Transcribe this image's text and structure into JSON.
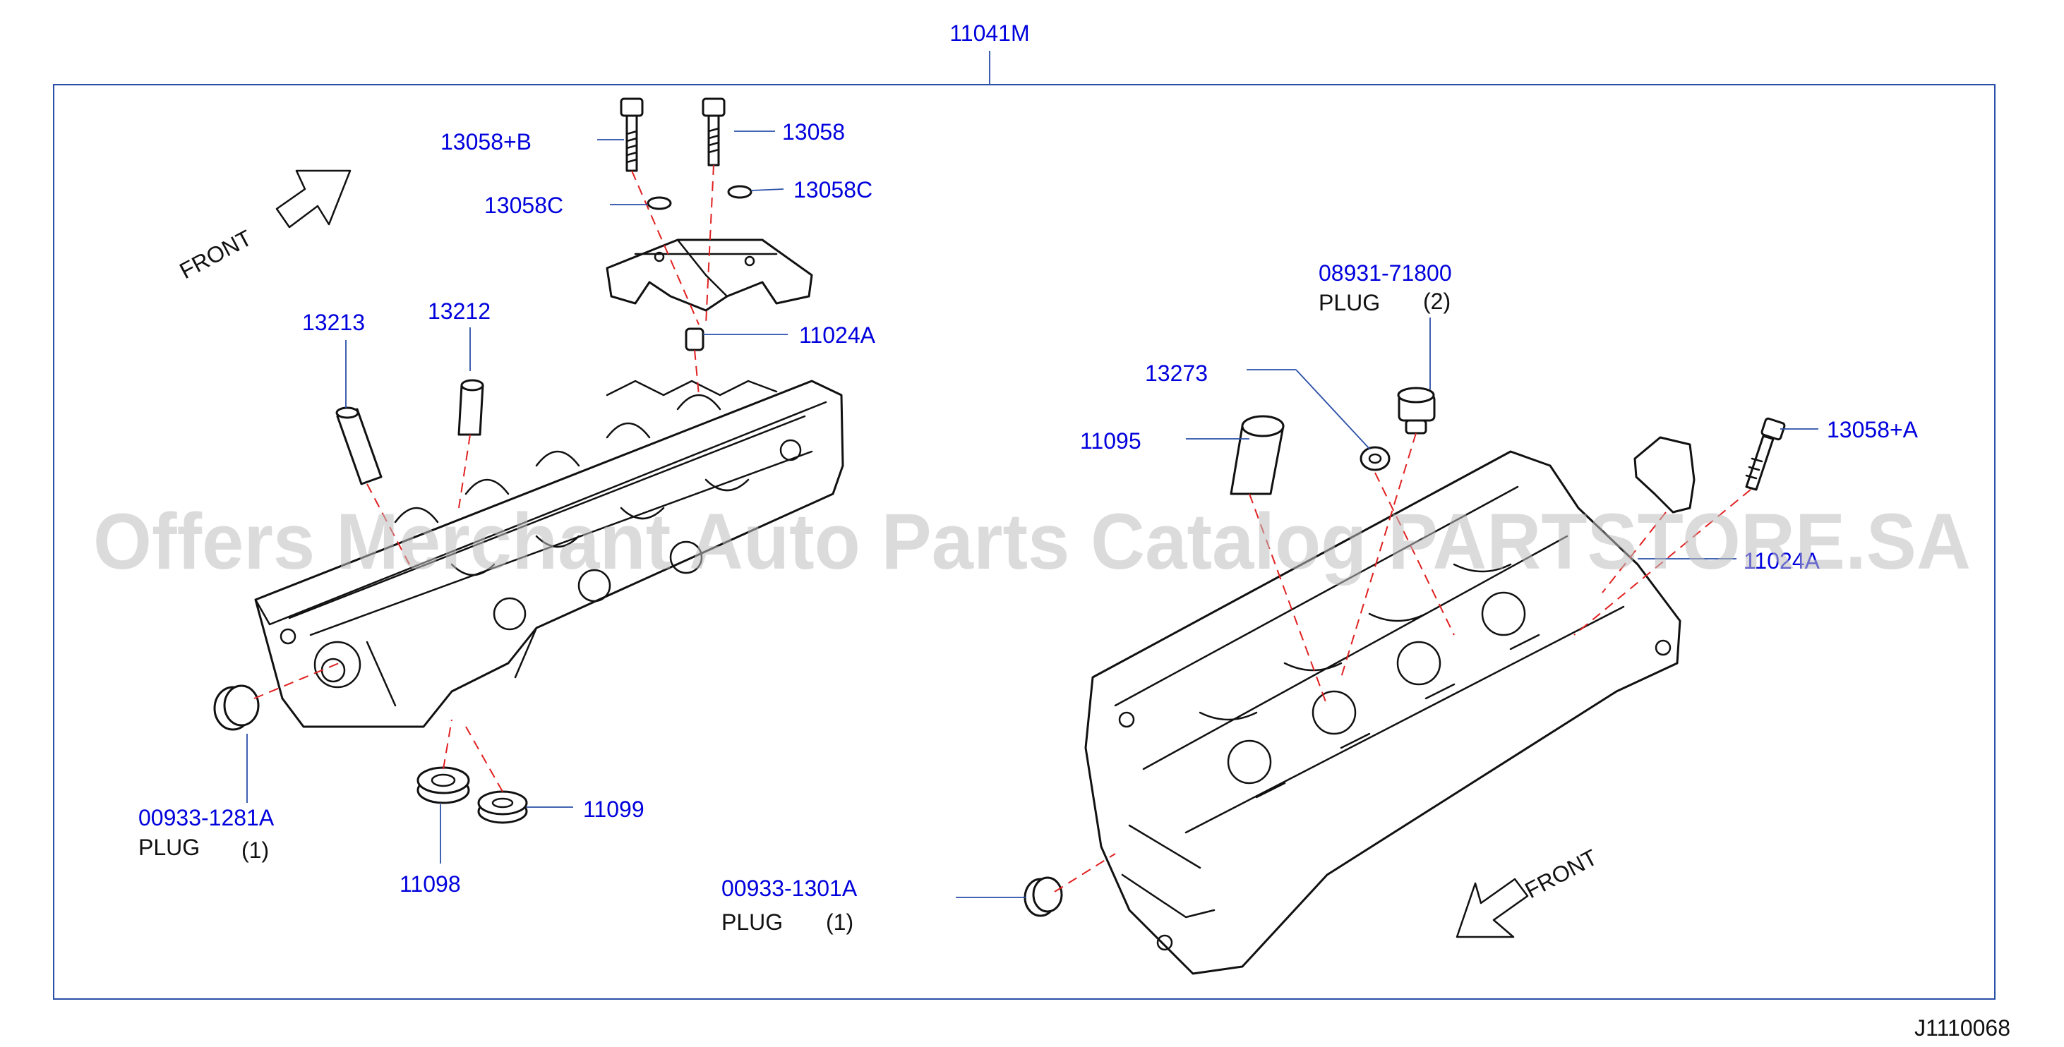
{
  "frame_label": "11041M",
  "diagram_id": "J1110068",
  "watermark": "Offers Merchant Auto Parts Catalog PARTSTORE.SA",
  "front_left": "FRONT",
  "front_right": "FRONT",
  "labels": {
    "p13058b": "13058+B",
    "p13058": "13058",
    "p13058c_left": "13058C",
    "p13058c_right": "13058C",
    "p11024a_top": "11024A",
    "p13213": "13213",
    "p13212": "13212",
    "p08931": "08931-71800",
    "p13273": "13273",
    "p11095": "11095",
    "p13058a": "13058+A",
    "p11024a_right": "11024A",
    "p00933_1281a": "00933-1281A",
    "p11099": "11099",
    "p11098": "11098",
    "p00933_1301a": "00933-1301A"
  },
  "plugs": {
    "left": {
      "word": "PLUG",
      "qty": "(1)"
    },
    "top": {
      "word": "PLUG",
      "qty": "(2)"
    },
    "right": {
      "word": "PLUG",
      "qty": "(1)"
    }
  },
  "colors": {
    "label": "#0000dd",
    "leader": "#2a4fa8",
    "dash": "#e02020",
    "line": "#111111"
  }
}
